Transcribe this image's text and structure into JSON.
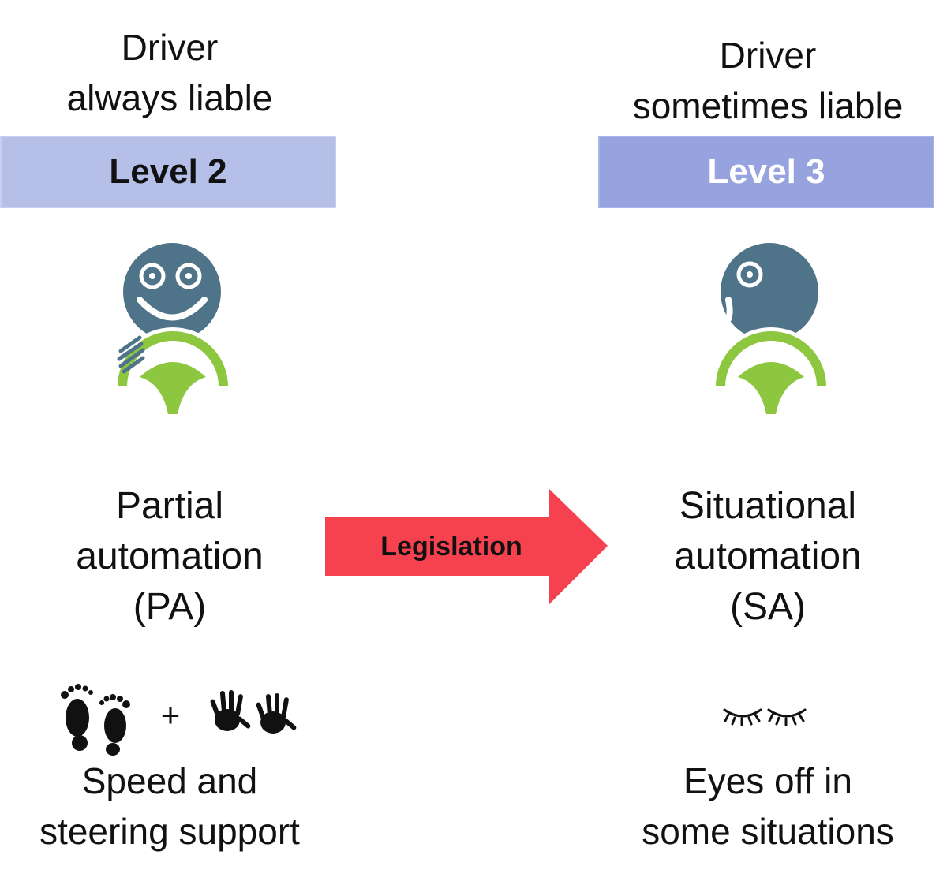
{
  "left": {
    "liability_line1": "Driver",
    "liability_line2": "always  liable",
    "level": "Level 2",
    "automation_line1": "Partial",
    "automation_line2": "automation",
    "automation_line3": "(PA)",
    "plus": "+",
    "support_line1": "Speed  and",
    "support_line2": "steering  support"
  },
  "right": {
    "liability_line1": "Driver",
    "liability_line2": "sometimes  liable",
    "level": "Level 3",
    "automation_line1": "Situational",
    "automation_line2": "automation",
    "automation_line3": "(SA)",
    "support_line1": "Eyes off in",
    "support_line2": "some situations"
  },
  "arrow": {
    "label": "Legislation"
  },
  "colors": {
    "face": "#4f7489",
    "wheel": "#8dc63f",
    "arrow": "#f5424e",
    "level2_box": "#b6bfe8",
    "level3_box": "#97a3df"
  }
}
